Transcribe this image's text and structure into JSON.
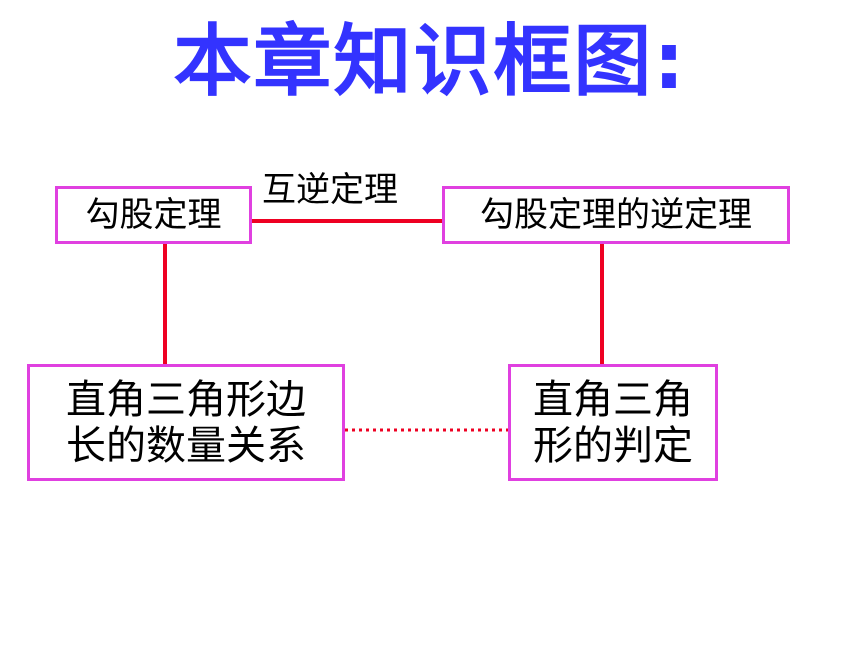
{
  "title": "本章知识框图:",
  "colors": {
    "title": "#3333ff",
    "box_border": "#e040e0",
    "connector": "#ee0022"
  },
  "nodes": {
    "pythagorean": "勾股定理",
    "converse": "勾股定理的逆定理",
    "side_relation": [
      "直角三角形边",
      "长的数量关系"
    ],
    "right_triangle_judgement": [
      "直角三角",
      "形的判定"
    ]
  },
  "edges": {
    "mutual_converse": "互逆定理"
  }
}
